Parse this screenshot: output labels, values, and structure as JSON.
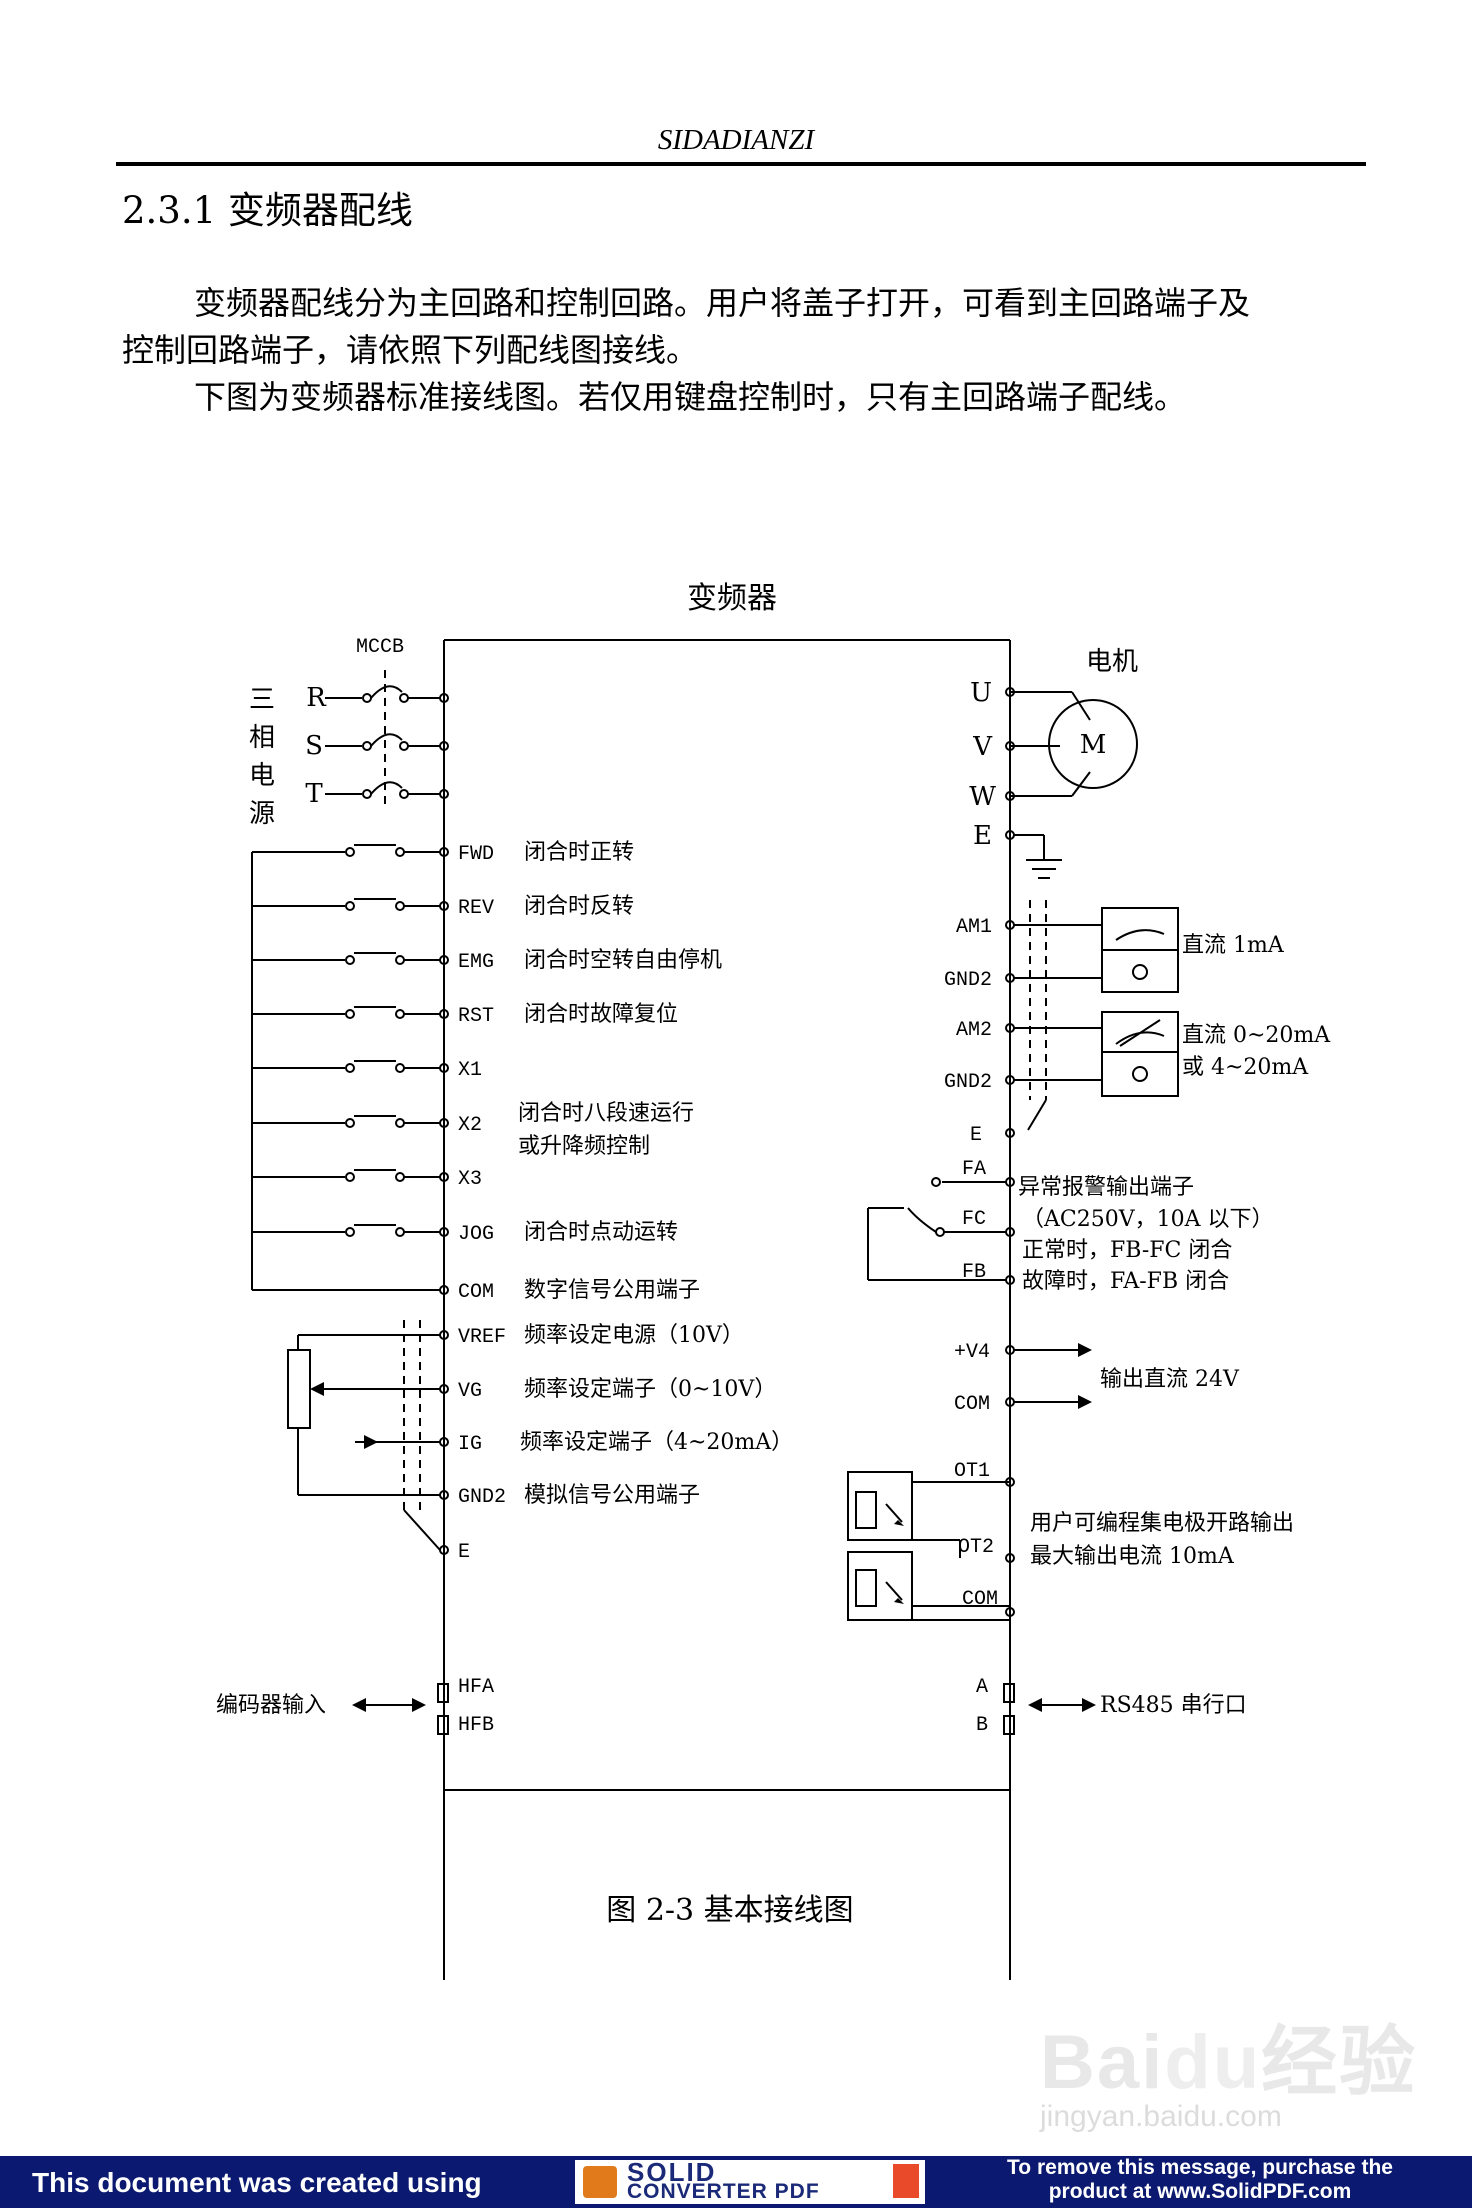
{
  "header": "SIDADIANZI",
  "section_title": "2.3.1 变频器配线",
  "paragraphs": [
    "变频器配线分为主回路和控制回路。用户将盖子打开，可看到主回路端子及",
    "控制回路端子，请依照下列配线图接线。",
    "下图为变频器标准接线图。若仅用键盘控制时，只有主回路端子配线。"
  ],
  "diagram": {
    "title": "变频器",
    "mccb": "MCCB",
    "power_label": [
      "三",
      "相",
      "电",
      "源"
    ],
    "phases": [
      "R",
      "S",
      "T"
    ],
    "motor_title": "电机",
    "motor": "M",
    "left_terminals": [
      "FWD",
      "REV",
      "EMG",
      "RST",
      "X1",
      "X2",
      "X3",
      "JOG",
      "COM",
      "VREF",
      "VG",
      "IG",
      "GND2",
      "E"
    ],
    "left_descriptions": {
      "fwd": "闭合时正转",
      "rev": "闭合时反转",
      "emg": "闭合时空转自由停机",
      "rst": "闭合时故障复位",
      "x2_line1": "闭合时八段速运行",
      "x2_line2": "或升降频控制",
      "jog": "闭合时点动运转",
      "com": "数字信号公用端子",
      "vref": "频率设定电源（10V）",
      "vg": "频率设定端子（0~10V）",
      "ig": "频率设定端子（4~20mA）",
      "gnd2": "模拟信号公用端子"
    },
    "right_terminals": [
      "U",
      "V",
      "W",
      "E",
      "AM1",
      "GND2",
      "AM2",
      "GND2",
      "E",
      "FA",
      "FC",
      "FB",
      "+V4",
      "COM",
      "OT1",
      "OT2",
      "COM",
      "A",
      "B"
    ],
    "right_descriptions": {
      "meter1": "直流 1mA",
      "meter2_line1": "直流 0~20mA",
      "meter2_line2": "或 4~20mA",
      "alarm_line1": "异常报警输出端子",
      "alarm_line2": "（AC250V，10A 以下）",
      "alarm_line3": "正常时，FB-FC 闭合",
      "alarm_line4": "故障时，FA-FB 闭合",
      "dc24": "输出直流 24V",
      "oc_line1": "用户可编程集电极开路输出",
      "oc_line2": "最大输出电流 10mA",
      "rs485": "RS485 串行口"
    },
    "encoder_label": "编码器输入",
    "encoder_terminals": [
      "HFA",
      "HFB"
    ]
  },
  "caption": "图 2-3 基本接线图",
  "watermark": {
    "logo": "Bai du 经验",
    "url": "jingyan.baidu.com"
  },
  "footer": {
    "left": "This document was created using",
    "logo_line1": "SOLID",
    "logo_line2": "CONVERTER PDF",
    "right_line1": "To remove this message, purchase the",
    "right_line2": "product at www.SolidPDF.com"
  }
}
